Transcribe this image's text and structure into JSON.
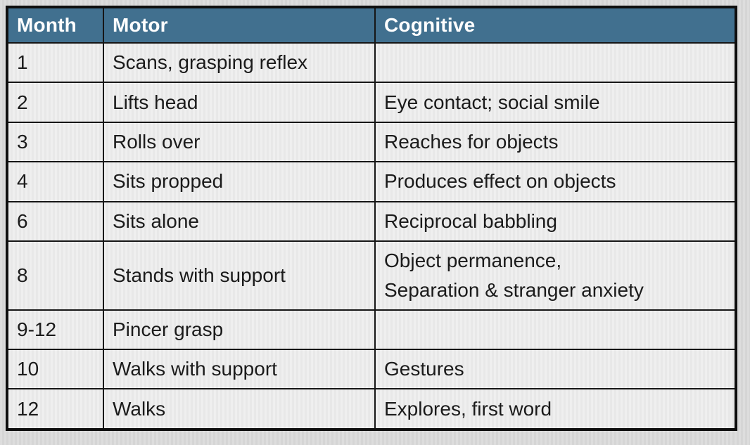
{
  "table": {
    "columns": [
      "Month",
      "Motor",
      "Cognitive"
    ],
    "rows": [
      {
        "month": "1",
        "motor": "Scans, grasping reflex",
        "cognitive": ""
      },
      {
        "month": "2",
        "motor": "Lifts head",
        "cognitive": "Eye contact; social smile"
      },
      {
        "month": "3",
        "motor": "Rolls over",
        "cognitive": "Reaches for objects"
      },
      {
        "month": "4",
        "motor": "Sits propped",
        "cognitive": "Produces effect on objects"
      },
      {
        "month": "6",
        "motor": "Sits alone",
        "cognitive": "Reciprocal babbling"
      },
      {
        "month": "8",
        "motor": "Stands with support",
        "cognitive": "Object permanence,\nSeparation & stranger anxiety"
      },
      {
        "month": "9-12",
        "motor": "Pincer grasp",
        "cognitive": ""
      },
      {
        "month": "10",
        "motor": "Walks with support",
        "cognitive": "Gestures"
      },
      {
        "month": "12",
        "motor": "Walks",
        "cognitive": "Explores, first word"
      }
    ],
    "colors": {
      "header_bg": "#41708f",
      "header_text": "#ffffff",
      "cell_bg": "#ebebeb",
      "cell_text": "#1b1b1b",
      "border": "#161616",
      "page_bg": "#d8d8d8"
    }
  }
}
